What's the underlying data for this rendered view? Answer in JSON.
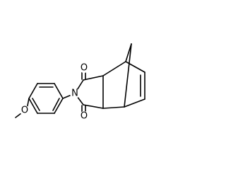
{
  "structure": {
    "atoms": {
      "nitrogen": "N",
      "carbonyl_oxygen_top": "O",
      "carbonyl_oxygen_bottom": "O",
      "ether_oxygen": "O"
    }
  },
  "colors": {
    "bond": "#000000",
    "label": "#000000",
    "background": "#ffffff"
  }
}
